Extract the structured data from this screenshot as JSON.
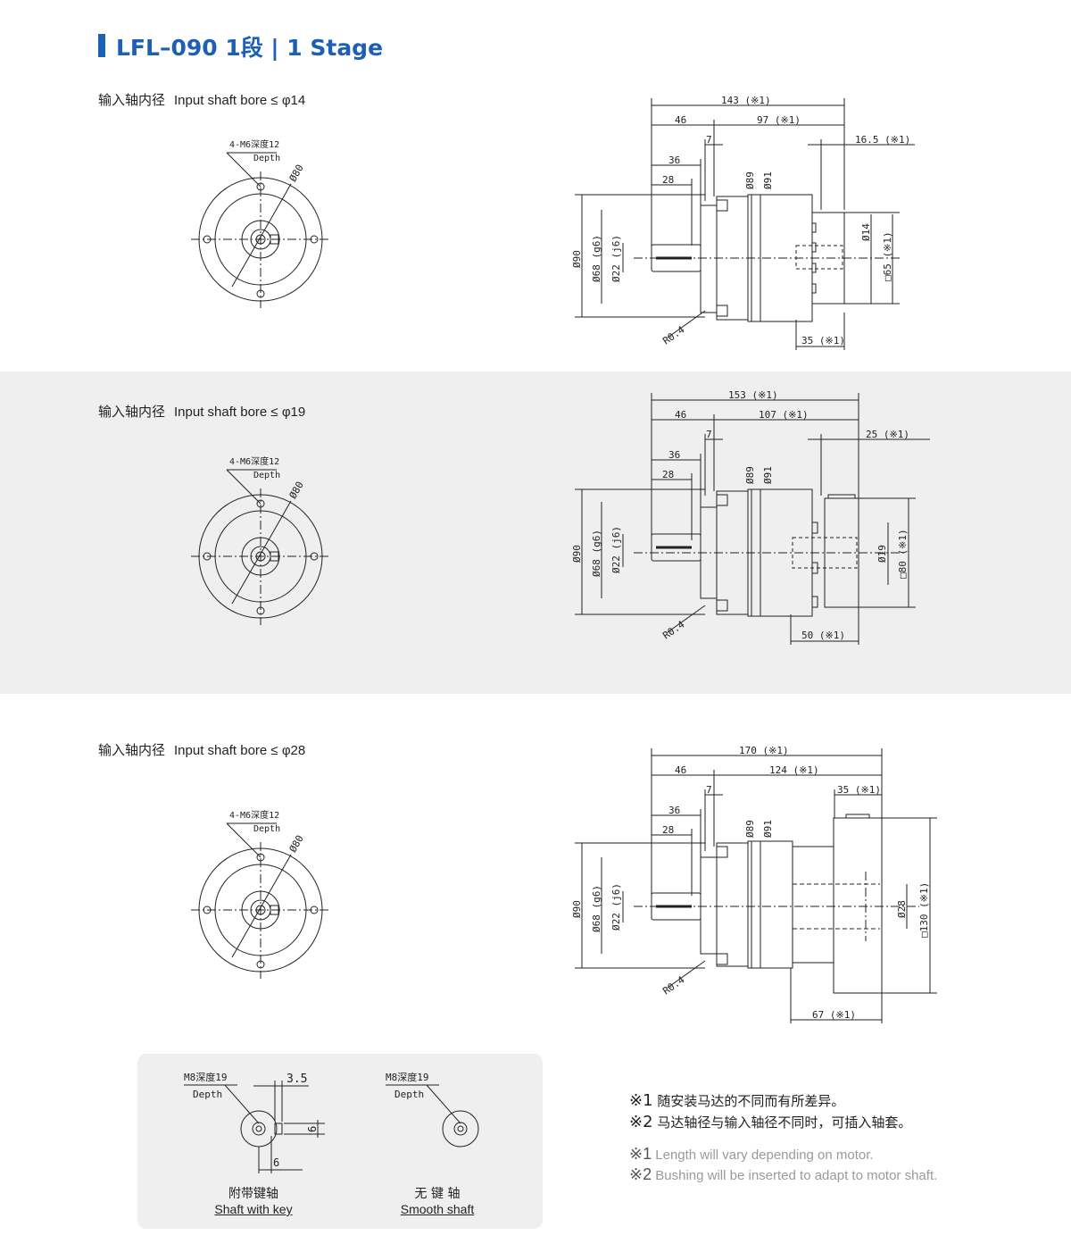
{
  "title": "LFL–090  1段  | 1 Stage",
  "accent_color": "#1d5fb4",
  "sections": [
    {
      "bore_cn": "输入轴内径",
      "bore_en": "Input shaft bore  ≤ φ14",
      "front": {
        "thread": "4-M6深度12",
        "depth": "Depth",
        "pcd": "Ø80"
      },
      "side": {
        "total": "143 (※1)",
        "len46": "46",
        "body": "97 (※1)",
        "len7": "7",
        "end": "16.5 (※1)",
        "len36": "36",
        "len28": "28",
        "d89": "Ø89",
        "d91": "Ø91",
        "d90": "Ø90",
        "d68": "Ø68 (g6)",
        "d22": "Ø22 (j6)",
        "bore": "Ø14",
        "flange": "□65 (※1)",
        "r": "R0.4",
        "bottom": "35 (※1)"
      }
    },
    {
      "bore_cn": "输入轴内径",
      "bore_en": "Input shaft bore  ≤ φ19",
      "front": {
        "thread": "4-M6深度12",
        "depth": "Depth",
        "pcd": "Ø80"
      },
      "side": {
        "total": "153 (※1)",
        "len46": "46",
        "body": "107 (※1)",
        "len7": "7",
        "end": "25 (※1)",
        "len36": "36",
        "len28": "28",
        "d89": "Ø89",
        "d91": "Ø91",
        "d90": "Ø90",
        "d68": "Ø68 (g6)",
        "d22": "Ø22 (j6)",
        "bore": "Ø19",
        "flange": "□80 (※1)",
        "r": "R0.4",
        "bottom": "50 (※1)"
      }
    },
    {
      "bore_cn": "输入轴内径",
      "bore_en": "Input shaft bore  ≤ φ28",
      "front": {
        "thread": "4-M6深度12",
        "depth": "Depth",
        "pcd": "Ø80"
      },
      "side": {
        "total": "170 (※1)",
        "len46": "46",
        "body": "124 (※1)",
        "len7": "7",
        "end": "35 (※1)",
        "len36": "36",
        "len28": "28",
        "d89": "Ø89",
        "d91": "Ø91",
        "d90": "Ø90",
        "d68": "Ø68 (g6)",
        "d22": "Ø22 (j6)",
        "bore": "Ø28",
        "flange": "□130 (※1)",
        "r": "R0.4",
        "bottom": "67 (※1)"
      }
    }
  ],
  "shaft_types": {
    "key": {
      "thread": "M8深度19",
      "depth": "Depth",
      "dim_a": "3.5",
      "dim_b": "6",
      "dim_c": "6",
      "label_cn": "附带键轴",
      "label_en": "Shaft with key"
    },
    "smooth": {
      "thread": "M8深度19",
      "depth": "Depth",
      "label_cn": "无 键 轴",
      "label_en": "Smooth shaft"
    }
  },
  "notes": [
    {
      "mark": "※1",
      "text": "随安装马达的不同而有所差异。"
    },
    {
      "mark": "※2",
      "text": "马达轴径与输入轴径不同时，可插入轴套。"
    },
    {
      "mark": "※1",
      "text": "Length will vary depending on motor."
    },
    {
      "mark": "※2",
      "text": "Bushing will be inserted to adapt to motor shaft."
    }
  ]
}
